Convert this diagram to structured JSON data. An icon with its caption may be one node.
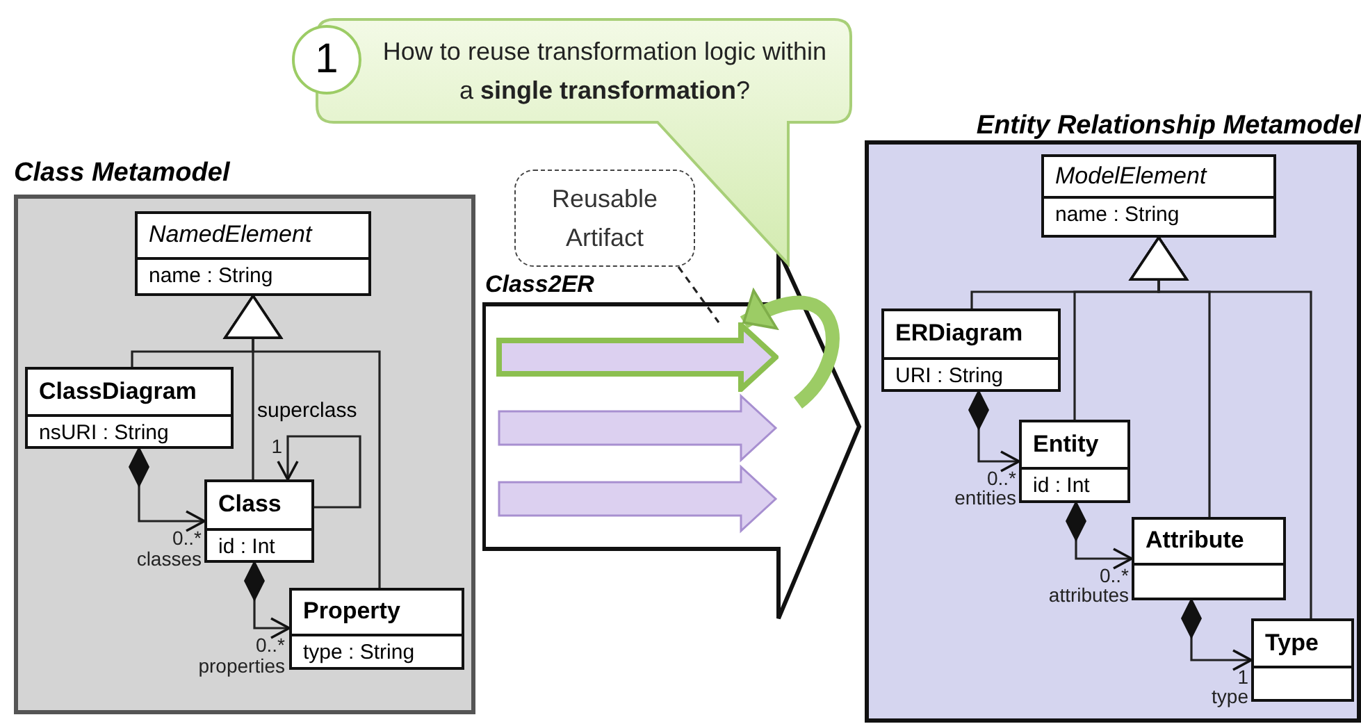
{
  "diagram": {
    "nodes": [
      {
        "text": [
          "Class Metamodel"
        ]
      },
      {
        "text": [
          "NamedElement",
          "name : String"
        ],
        "in": 0
      },
      {
        "text": [
          "ClassDiagram",
          "nsURI : String"
        ],
        "in": 0
      },
      {
        "text": [
          "Class",
          "id  : Int"
        ],
        "in": 0
      },
      {
        "text": [
          "Property",
          "type : String"
        ],
        "in": 0
      },
      {
        "text": [
          "Class2ER"
        ]
      },
      {
        "text": [],
        "shape": "arrow",
        "in": 5
      },
      {
        "text": [],
        "shape": "arrow",
        "in": 5
      },
      {
        "text": [],
        "shape": "arrow",
        "in": 5
      },
      {
        "text": [
          "Reusable Artifact"
        ]
      },
      {
        "text": [
          "1",
          "How to reuse transformation logic within a **single transformation**?"
        ]
      },
      {
        "text": [
          "Entity Relationship Metamodel"
        ]
      },
      {
        "text": [
          "ModelElement",
          "name : String"
        ],
        "in": 11
      },
      {
        "text": [
          "ERDiagram",
          "URI : String"
        ],
        "in": 11
      },
      {
        "text": [
          "Entity",
          "id : Int"
        ],
        "in": 11
      },
      {
        "text": [
          "Attribute"
        ],
        "in": 11
      },
      {
        "text": [
          "Type"
        ],
        "in": 11
      }
    ],
    "edges": [
      {
        "from": 2,
        "to": 1,
        "arrow": "to"
      },
      {
        "from": 3,
        "to": 1,
        "arrow": "to"
      },
      {
        "from": 4,
        "to": 1,
        "arrow": "to"
      },
      {
        "from": 3,
        "to": 3,
        "arrow": "to",
        "label": "superclass"
      },
      {
        "from": 2,
        "to": 3,
        "arrow": "to"
      },
      {
        "from": 3,
        "to": 4,
        "arrow": "to"
      },
      {
        "from": 13,
        "to": 12,
        "arrow": "to"
      },
      {
        "from": 14,
        "to": 12,
        "arrow": "to"
      },
      {
        "from": 15,
        "to": 12,
        "arrow": "to"
      },
      {
        "from": 16,
        "to": 12,
        "arrow": "to"
      },
      {
        "from": 13,
        "to": 14,
        "arrow": "to"
      },
      {
        "from": 14,
        "to": 15,
        "arrow": "to"
      },
      {
        "from": 15,
        "to": 16,
        "arrow": "to"
      },
      {
        "from": 9,
        "to": 6,
        "arrow": "none",
        "style": "dashed"
      },
      {
        "from": null,
        "to": 6,
        "arrow": "to",
        "style": "thick",
        "color": "#9ccc65"
      }
    ],
    "labels": [
      "1",
      "0..*",
      "classes",
      "0..*",
      "properties",
      "0..*",
      "entities",
      "0..*",
      "attributes",
      "1",
      "type"
    ]
  }
}
